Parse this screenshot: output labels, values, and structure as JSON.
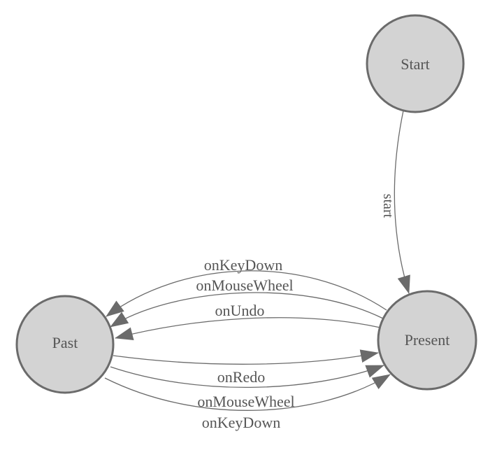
{
  "diagram": {
    "type": "state-machine",
    "colors": {
      "background": "#ffffff",
      "node_fill": "#d3d3d3",
      "node_stroke": "#6b6b6b",
      "edge_stroke": "#6b6b6b",
      "label_text": "#555555"
    },
    "nodes": {
      "start": {
        "label": "Start"
      },
      "past": {
        "label": "Past"
      },
      "present": {
        "label": "Present"
      }
    },
    "edges": {
      "start_to_present": {
        "from": "Start",
        "to": "Present",
        "label": "start"
      },
      "keydown_to_past": {
        "from": "Present",
        "to": "Past",
        "label": "onKeyDown"
      },
      "mousewheel_to_past": {
        "from": "Present",
        "to": "Past",
        "label": "onMouseWheel"
      },
      "undo_to_past": {
        "from": "Present",
        "to": "Past",
        "label": "onUndo"
      },
      "redo_to_present": {
        "from": "Past",
        "to": "Present",
        "label": "onRedo"
      },
      "mousewheel_to_present": {
        "from": "Past",
        "to": "Present",
        "label": "onMouseWheel"
      },
      "keydown_to_present": {
        "from": "Past",
        "to": "Present",
        "label": "onKeyDown"
      }
    }
  }
}
